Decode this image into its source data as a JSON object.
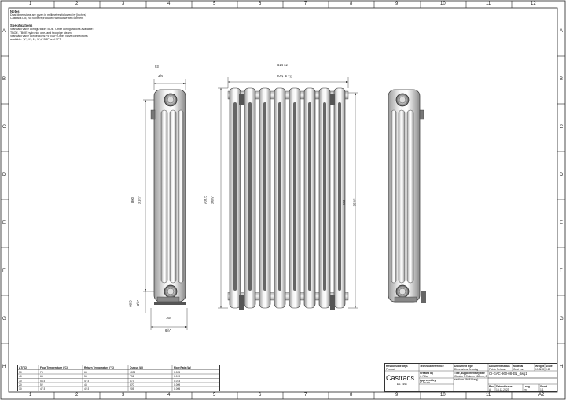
{
  "border": {
    "columns": [
      "1",
      "2",
      "3",
      "4",
      "5",
      "6",
      "7",
      "8",
      "9",
      "10",
      "11",
      "12"
    ],
    "rows": [
      "A",
      "B",
      "C",
      "D",
      "E",
      "F",
      "G",
      "H"
    ],
    "sheet_size": "A2"
  },
  "notes": {
    "title": "Notes",
    "line1": "Dual dimensions are given in millimetres followed by [inches]",
    "line2": "Castrads Ltd, not to be reproduced without written consent",
    "spec_title": "Specifications",
    "spec1": "Standard valve configuration: BOE. Other configurations available:",
    "spec2": "TBOE, TBOE hydronic, one- and two-pipe steam.",
    "spec3": "Standard valve connections: ½\" BSP. Other valve connections",
    "spec4": "available: ¾\", ½\", 1\", 1-¼\" BSP and NPT"
  },
  "dimensions": {
    "left_depth_mm": "93",
    "left_depth_in": "3⅝\"",
    "width_mm": "514 ±2",
    "width_in": "20¼\" ± ³⁄₃₂\"",
    "height_800": "800",
    "height_800_in": "31½\"",
    "height_933": "933.5",
    "height_933_in": "36¾\"",
    "height_900": "900",
    "height_900_in": "35⅜\"",
    "foot_885": "88.5",
    "foot_885_in": "3½\"",
    "base_164": "164",
    "base_164_in": "6½\""
  },
  "flow_table": {
    "headers": [
      "ΔT(°C)",
      "Flow Temperature (°C)",
      "Return Temperature (°C)",
      "Output (W)",
      "Flow Rate (l/s)"
    ],
    "rows": [
      [
        "50",
        "75",
        "65",
        "1036",
        "0.025"
      ],
      [
        "40",
        "65",
        "55",
        "796",
        "0.019"
      ],
      [
        "30",
        "56.5",
        "47.5",
        "573",
        "0.014"
      ],
      [
        "20",
        "52",
        "45",
        "370",
        "0.009"
      ],
      [
        "10",
        "47.5",
        "42.5",
        "205",
        "0.005"
      ]
    ]
  },
  "title_block": {
    "brand": "Castrads",
    "brand_sub": "Est. 1995",
    "responsible_dept_label": "Responsible dept.",
    "responsible_dept": "Product",
    "technical_ref_label": "Technical reference",
    "technical_ref": "",
    "created_by_label": "Created by",
    "created_by": "J. Pillay",
    "approved_by_label": "Approved by",
    "approved_by": "N. Buzilo",
    "doc_type_label": "Document type",
    "doc_type": "Dimensions Drawing",
    "title_label": "Title, supplementary title",
    "title": "Clasico 3 Column 960mm, 8 sections (Wall Hung)",
    "doc_status_label": "Document status",
    "doc_status": "Public Release",
    "material_label": "Material",
    "material": "Cast Iron",
    "weight_label": "Weight",
    "weight": "13.8KG",
    "scale_label": "Scale",
    "scale": "0.25",
    "drawing_no": "CI-GAC-960-08-EN_dwg1",
    "rev_label": "Rev.",
    "rev": "A",
    "date_label": "Date of issue",
    "date": "15.12.2023",
    "lang_label": "Lang.",
    "lang": "en",
    "sheet_label": "Sheet",
    "sheet": "1/1"
  }
}
